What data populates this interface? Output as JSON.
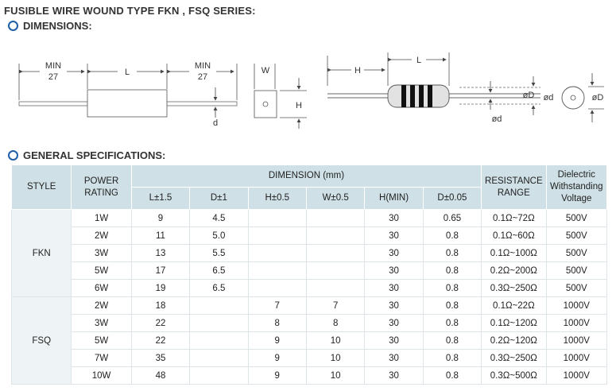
{
  "title": "FUSIBLE WIRE WOUND TYPE FKN , FSQ SERIES:",
  "dimensions_heading": "DIMENSIONS:",
  "specs_heading": "GENERAL SPECIFICATIONS:",
  "diagram_labels": {
    "min": "MIN",
    "min_value": "27",
    "L": "L",
    "W": "W",
    "H": "H",
    "d": "d",
    "D": "D",
    "phi_d": "ød",
    "phi_D": "øD"
  },
  "table": {
    "headers": {
      "style": "STYLE",
      "power_rating": "POWER RATING",
      "dimension": "DIMENSION (mm)",
      "resistance_range": "RESISTANCE RANGE",
      "dielectric": "Dielectric Withstanding Voltage",
      "sub": [
        "L±1.5",
        "D±1",
        "H±0.5",
        "W±0.5",
        "H(MIN)",
        "D±0.05"
      ]
    },
    "groups": [
      {
        "style": "FKN",
        "rows": [
          [
            "1W",
            "9",
            "4.5",
            "",
            "",
            "30",
            "0.65",
            "0.1Ω~72Ω",
            "500V"
          ],
          [
            "2W",
            "11",
            "5.0",
            "",
            "",
            "30",
            "0.8",
            "0.1Ω~60Ω",
            "500V"
          ],
          [
            "3W",
            "13",
            "5.5",
            "",
            "",
            "30",
            "0.8",
            "0.1Ω~100Ω",
            "500V"
          ],
          [
            "5W",
            "17",
            "6.5",
            "",
            "",
            "30",
            "0.8",
            "0.2Ω~200Ω",
            "500V"
          ],
          [
            "6W",
            "19",
            "6.5",
            "",
            "",
            "30",
            "0.8",
            "0.3Ω~250Ω",
            "500V"
          ]
        ]
      },
      {
        "style": "FSQ",
        "rows": [
          [
            "2W",
            "18",
            "",
            "7",
            "7",
            "30",
            "0.8",
            "0.1Ω~22Ω",
            "1000V"
          ],
          [
            "3W",
            "22",
            "",
            "8",
            "8",
            "30",
            "0.8",
            "0.1Ω~120Ω",
            "1000V"
          ],
          [
            "5W",
            "22",
            "",
            "9",
            "10",
            "30",
            "0.8",
            "0.2Ω~120Ω",
            "1000V"
          ],
          [
            "7W",
            "35",
            "",
            "9",
            "10",
            "30",
            "0.8",
            "0.3Ω~250Ω",
            "1000V"
          ],
          [
            "10W",
            "48",
            "",
            "9",
            "10",
            "30",
            "0.8",
            "0.3Ω~500Ω",
            "1000V"
          ]
        ]
      }
    ]
  }
}
